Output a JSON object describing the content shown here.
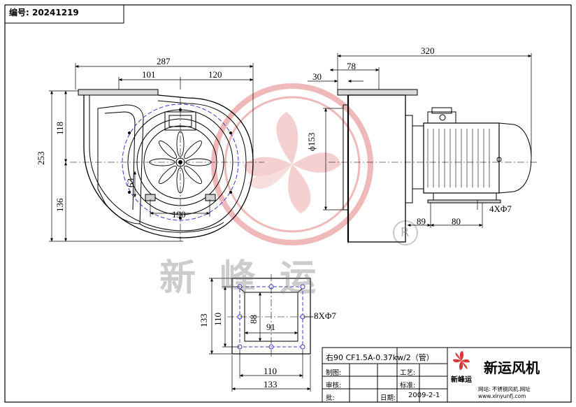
{
  "header": {
    "code_label": "编号: 20241219"
  },
  "front_view": {
    "dims": {
      "overall_width": "287",
      "left_part": "101",
      "right_part": "120",
      "overall_height": "253",
      "upper_height": "118",
      "lower_height": "136",
      "inlet_circle": "190",
      "hole_spacing": "63"
    }
  },
  "side_view": {
    "dims": {
      "overall_length": "320",
      "flange_depth": "78",
      "flange_thickness": "30",
      "outlet_diameter": "ϕ153",
      "motor_offset": "89",
      "foot_spacing": "80",
      "foot_holes": "4XΦ7"
    }
  },
  "flange_view": {
    "dims": {
      "outer_height": "133",
      "inner_height": "110",
      "hole_rows": "88",
      "hole_cols": "91",
      "bolt_holes": "8XΦ7",
      "inner_width": "110",
      "outer_width": "133"
    }
  },
  "watermark": {
    "text": "新 峰 运",
    "registered_mark": "R"
  },
  "title_block": {
    "model": "右90 CF1.5A-0.37kw/2（管）",
    "rows": [
      {
        "label": "制图:",
        "right_label": "工艺:"
      },
      {
        "label": "审核:",
        "right_label": "标准:"
      },
      {
        "label": "批:",
        "right_label": "日期:",
        "value": "2009-2-1"
      }
    ],
    "logo_caption": "新峰运",
    "company": "新运风机",
    "website_line": "网站: 不锈钢风机.网址",
    "url": "www.xinyunfj.com"
  }
}
